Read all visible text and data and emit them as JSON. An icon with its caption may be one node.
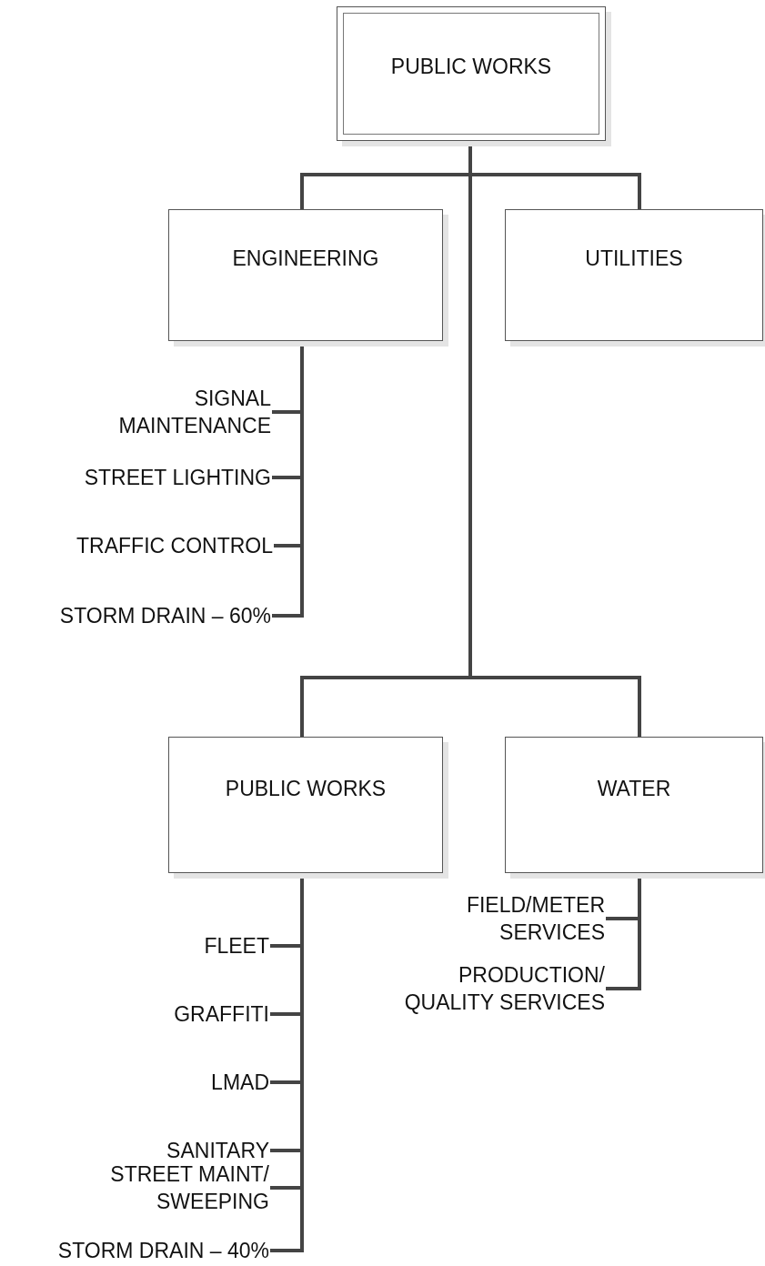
{
  "diagram": {
    "nodes": [
      {
        "text": [
          "PUBLIC WORKS"
        ]
      },
      {
        "text": [
          "ENGINEERING"
        ]
      },
      {
        "text": [
          "UTILITIES"
        ]
      },
      {
        "text": [
          "PUBLIC WORKS"
        ]
      },
      {
        "text": [
          "WATER"
        ]
      },
      {
        "text": [
          "SIGNAL MAINTENANCE"
        ]
      },
      {
        "text": [
          "STREET LIGHTING"
        ]
      },
      {
        "text": [
          "TRAFFIC CONTROL"
        ]
      },
      {
        "text": [
          "STORM DRAIN – 60%"
        ]
      },
      {
        "text": [
          "FLEET"
        ]
      },
      {
        "text": [
          "GRAFFITI"
        ]
      },
      {
        "text": [
          "LMAD"
        ]
      },
      {
        "text": [
          "SANITARY"
        ]
      },
      {
        "text": [
          "STREET MAINT/ SWEEPING"
        ]
      },
      {
        "text": [
          "STORM DRAIN – 40%"
        ]
      },
      {
        "text": [
          "FIELD/METER SERVICES"
        ]
      },
      {
        "text": [
          "PRODUCTION/ QUALITY SERVICES"
        ]
      }
    ],
    "edges": [
      {
        "from": 0,
        "to": 1,
        "arrow": "none"
      },
      {
        "from": 0,
        "to": 2,
        "arrow": "none"
      },
      {
        "from": 0,
        "to": 3,
        "arrow": "none"
      },
      {
        "from": 0,
        "to": 4,
        "arrow": "none"
      },
      {
        "from": 1,
        "to": 5,
        "arrow": "none"
      },
      {
        "from": 1,
        "to": 6,
        "arrow": "none"
      },
      {
        "from": 1,
        "to": 7,
        "arrow": "none"
      },
      {
        "from": 1,
        "to": 8,
        "arrow": "none"
      },
      {
        "from": 3,
        "to": 9,
        "arrow": "none"
      },
      {
        "from": 3,
        "to": 10,
        "arrow": "none"
      },
      {
        "from": 3,
        "to": 11,
        "arrow": "none"
      },
      {
        "from": 3,
        "to": 12,
        "arrow": "none"
      },
      {
        "from": 3,
        "to": 13,
        "arrow": "none"
      },
      {
        "from": 3,
        "to": 14,
        "arrow": "none"
      },
      {
        "from": 4,
        "to": 15,
        "arrow": "none"
      },
      {
        "from": 4,
        "to": 16,
        "arrow": "none"
      }
    ]
  }
}
